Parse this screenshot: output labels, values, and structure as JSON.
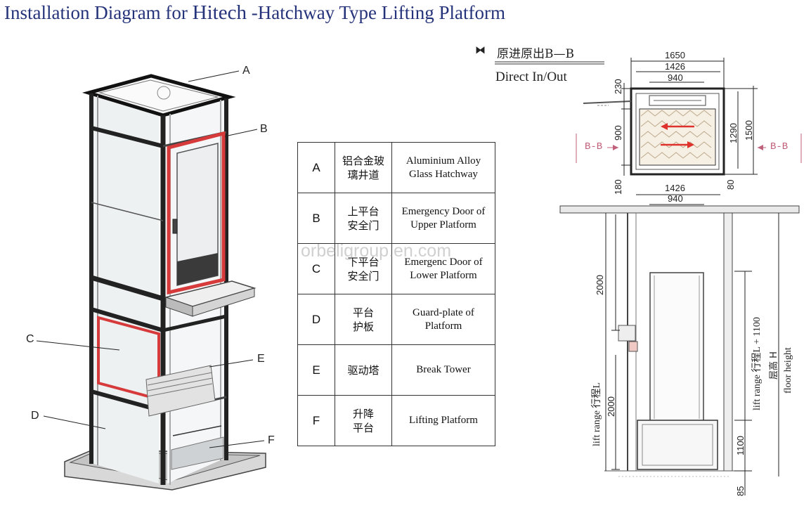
{
  "title": {
    "before": "Installation Diagram for ",
    "brand": "Hitech",
    "after": " -Hatchway Type Lifting Platform"
  },
  "callouts": [
    "A",
    "B",
    "C",
    "D",
    "E",
    "F"
  ],
  "legend": [
    {
      "key": "A",
      "cn1": "铝合金玻",
      "cn2": "璃井道",
      "en1": "Aluminium Alloy",
      "en2": "Glass Hatchway"
    },
    {
      "key": "B",
      "cn1": "上平台",
      "cn2": "安全门",
      "en1": "Emergency Door of",
      "en2": "Upper Platform"
    },
    {
      "key": "C",
      "cn1": "下平台",
      "cn2": "安全门",
      "en1": "Emergenc Door of",
      "en2": "Lower Platform"
    },
    {
      "key": "D",
      "cn1": "平台",
      "cn2": "护板",
      "en1": "Guard-plate of",
      "en2": "Platform"
    },
    {
      "key": "E",
      "cn1": "驱动塔",
      "cn2": "",
      "en1": "Break Tower",
      "en2": ""
    },
    {
      "key": "F",
      "cn1": "升降",
      "cn2": "平台",
      "en1": "Lifting Platform",
      "en2": ""
    }
  ],
  "section": {
    "symbol": "⧓",
    "cn": "原进原出B—B",
    "en": "Direct In/Out",
    "marker": "B-B"
  },
  "plan_dims": {
    "top_outer": "1650",
    "top_inner": "1426",
    "top_door": "940",
    "left_top": "230",
    "left_door": "900",
    "left_bottom": "180",
    "right_inner": "1290",
    "right_outer": "1500",
    "right_bottom": "80",
    "bottom_inner": "1426",
    "bottom_door": "940"
  },
  "elev_dims": {
    "upper_2000": "2000",
    "lower_2000": "2000",
    "lift_range_left": "lift range 行程L",
    "lift_range_right": "lift range 行程L + 1100",
    "floor_height_cn": "层高 H",
    "floor_height_en": "floor height",
    "h1100": "1100",
    "h85": "85"
  },
  "watermark": "orbeligroup.en.com",
  "colors": {
    "title": "#25337a",
    "door_red": "#d63a3a",
    "marker": "#c0607a",
    "arrow_red": "#e0322c"
  }
}
